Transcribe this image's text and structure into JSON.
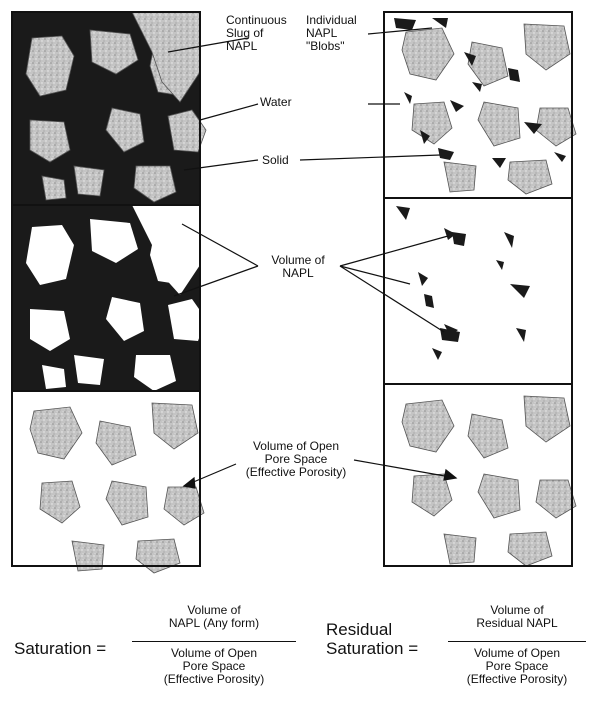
{
  "labels": {
    "continuous_slug": [
      "Continuous",
      "Slug of",
      "NAPL"
    ],
    "individual_blobs": [
      "Individual",
      "NAPL",
      "\"Blobs\""
    ],
    "water": "Water",
    "solid": "Solid",
    "volume_napl": [
      "Volume of",
      "NAPL"
    ],
    "open_pore": [
      "Volume of Open",
      "Pore Space",
      "(Effective Porosity)"
    ]
  },
  "equations": {
    "saturation": {
      "lhs": "Saturation =",
      "numerator": [
        "Volume of",
        "NAPL (Any form)"
      ],
      "denominator": [
        "Volume of Open",
        "Pore Space",
        "(Effective Porosity)"
      ]
    },
    "residual": {
      "lhs": [
        "Residual",
        "Saturation ="
      ],
      "numerator": [
        "Volume of",
        "Residual NAPL"
      ],
      "denominator": [
        "Volume of Open",
        "Pore Space",
        "(Effective Porosity)"
      ]
    }
  },
  "colors": {
    "napl": "#1a1a1a",
    "grain": "#bdbdbd",
    "outline": "#111111",
    "background": "#ffffff"
  }
}
